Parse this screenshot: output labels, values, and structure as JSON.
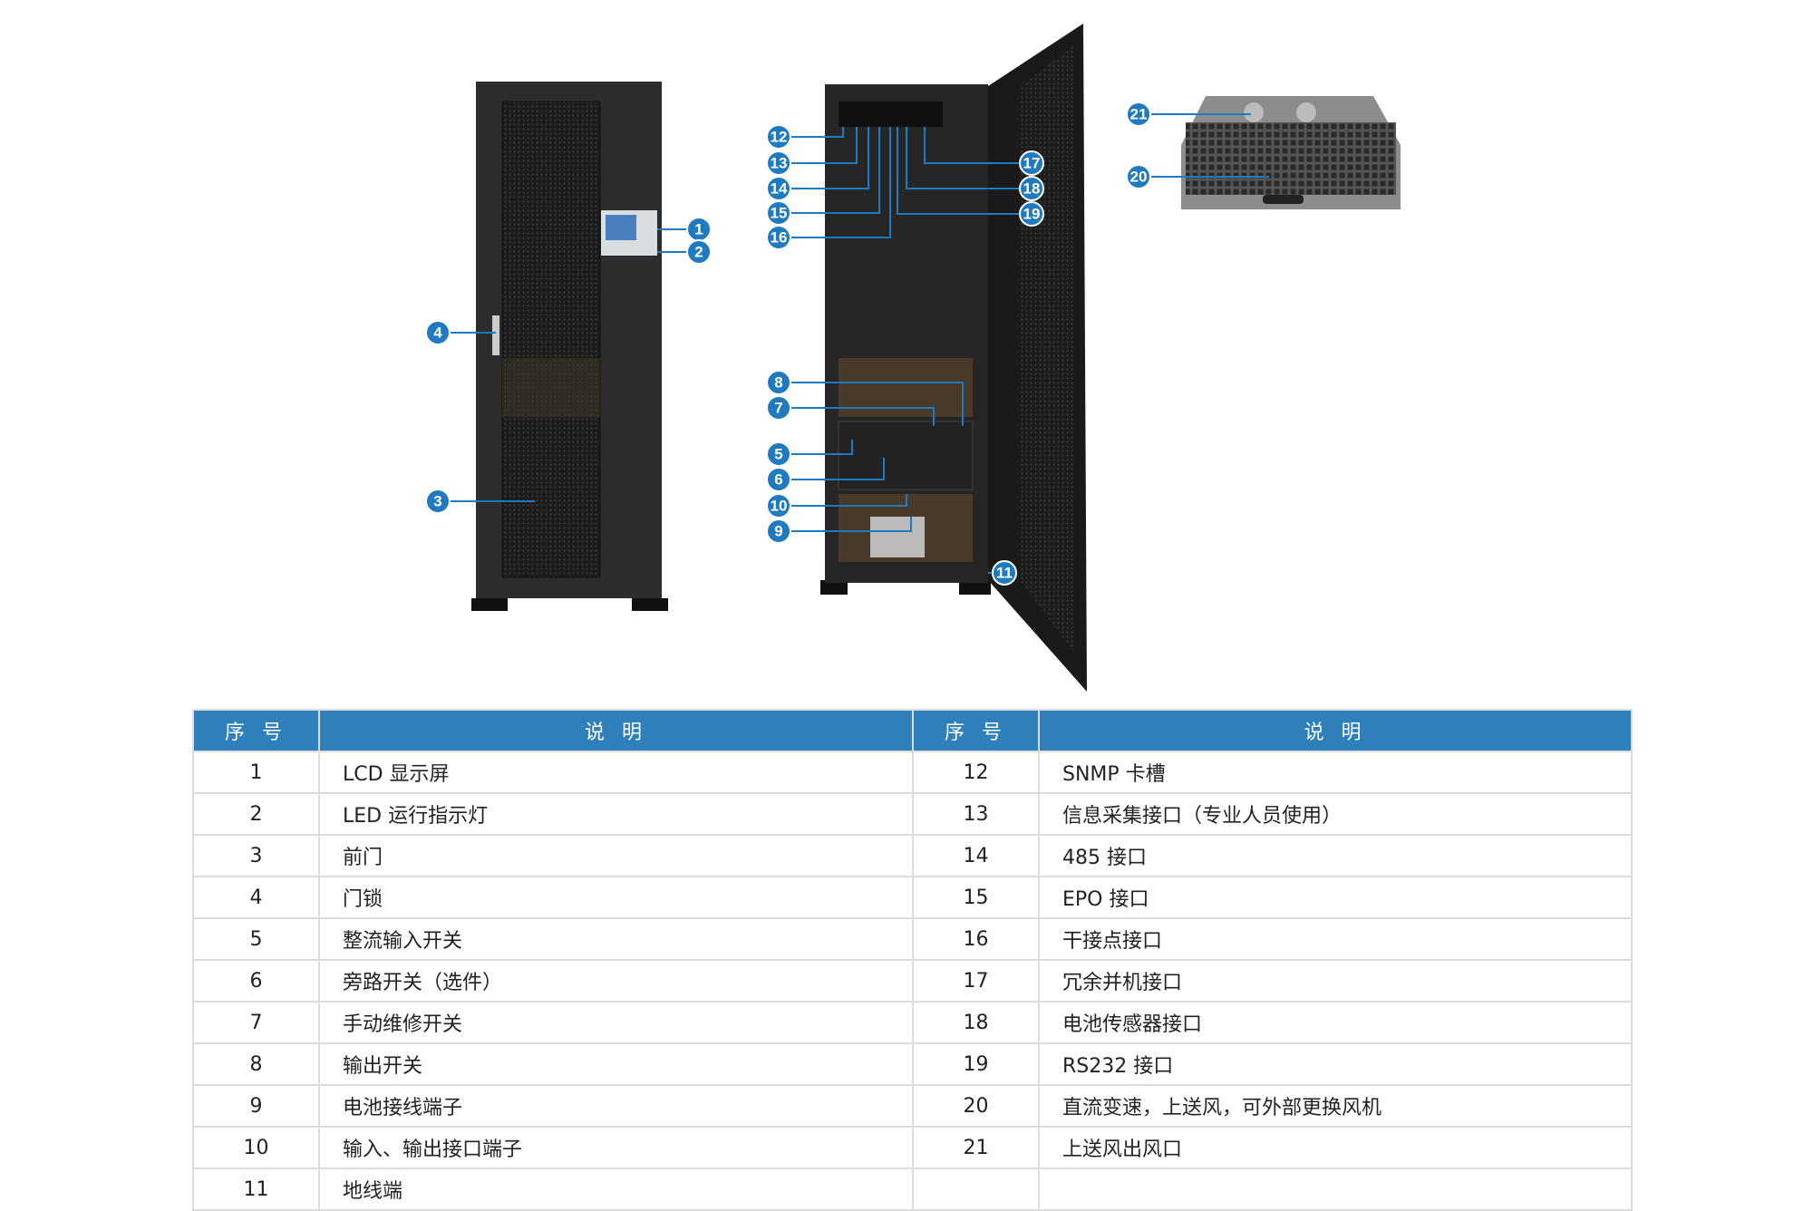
{
  "callouts": [
    "1",
    "2",
    "3",
    "4",
    "5",
    "6",
    "7",
    "8",
    "9",
    "10",
    "11",
    "12",
    "13",
    "14",
    "15",
    "16",
    "17",
    "18",
    "19",
    "20",
    "21"
  ],
  "table": {
    "headers": {
      "seq": "序 号",
      "desc": "说 明"
    },
    "left": [
      {
        "n": "1",
        "d": "LCD 显示屏"
      },
      {
        "n": "2",
        "d": "LED 运行指示灯"
      },
      {
        "n": "3",
        "d": "前门"
      },
      {
        "n": "4",
        "d": "门锁"
      },
      {
        "n": "5",
        "d": "整流输入开关"
      },
      {
        "n": "6",
        "d": "旁路开关（选件）"
      },
      {
        "n": "7",
        "d": "手动维修开关"
      },
      {
        "n": "8",
        "d": "输出开关"
      },
      {
        "n": "9",
        "d": "电池接线端子"
      },
      {
        "n": "10",
        "d": "输入、输出接口端子"
      },
      {
        "n": "11",
        "d": "地线端"
      }
    ],
    "right": [
      {
        "n": "12",
        "d": "SNMP 卡槽"
      },
      {
        "n": "13",
        "d": "信息采集接口（专业人员使用）"
      },
      {
        "n": "14",
        "d": "485 接口"
      },
      {
        "n": "15",
        "d": "EPO 接口"
      },
      {
        "n": "16",
        "d": "干接点接口"
      },
      {
        "n": "17",
        "d": "冗余并机接口"
      },
      {
        "n": "18",
        "d": "电池传感器接口"
      },
      {
        "n": "19",
        "d": "RS232 接口"
      },
      {
        "n": "20",
        "d": "直流变速，上送风，可外部更换风机"
      },
      {
        "n": "21",
        "d": "上送风出风口"
      }
    ]
  },
  "colors": {
    "accent": "#2f7fba",
    "callout": "#1f7ac0",
    "cabinet": "#2b2b2b"
  }
}
